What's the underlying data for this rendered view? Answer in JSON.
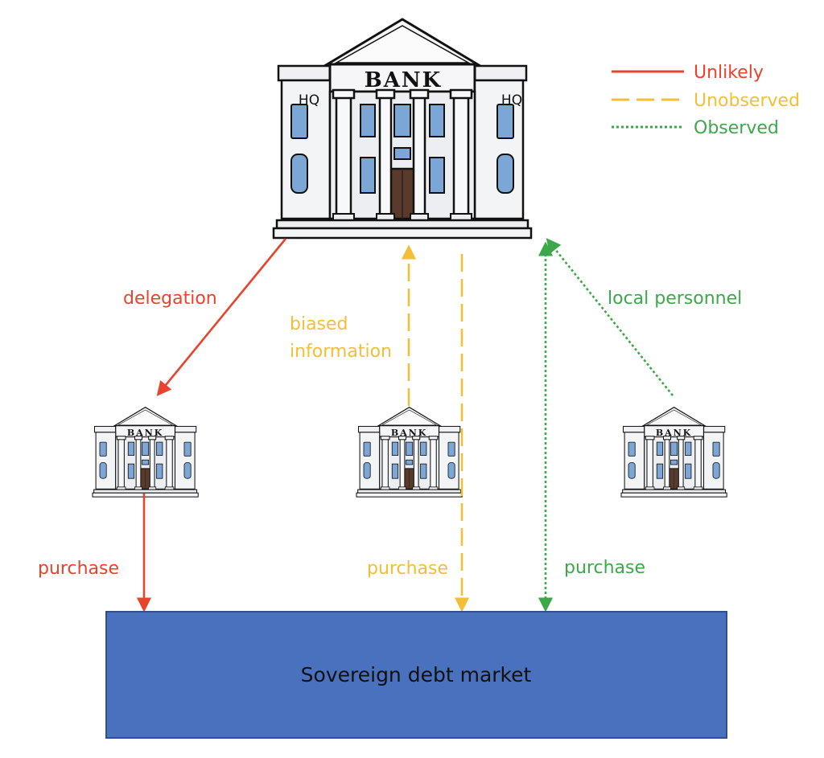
{
  "colors": {
    "unlikely": "#e8432c",
    "unobserved": "#f3be38",
    "observed": "#3da84a",
    "market_fill": "#4a71be",
    "market_stroke": "#2f4f8f",
    "window": "#7ba6d6",
    "door": "#5a3a2a"
  },
  "legend": [
    {
      "label": "Unlikely",
      "style": "solid",
      "color_key": "unlikely"
    },
    {
      "label": "Unobserved",
      "style": "dashed",
      "color_key": "unobserved"
    },
    {
      "label": "Observed",
      "style": "dotted",
      "color_key": "observed"
    }
  ],
  "hq_bank": {
    "sign": "BANK",
    "left_tag": "HQ",
    "right_tag": "HQ",
    "icon": "bank-building-icon"
  },
  "branch_sign": "BANK",
  "edges": {
    "delegation": "delegation",
    "biased_information": [
      "biased",
      "information"
    ],
    "local_personnel": "local personnel",
    "purchase_left": "purchase",
    "purchase_middle": "purchase",
    "purchase_right": "purchase"
  },
  "market": {
    "label": "Sovereign debt market"
  }
}
